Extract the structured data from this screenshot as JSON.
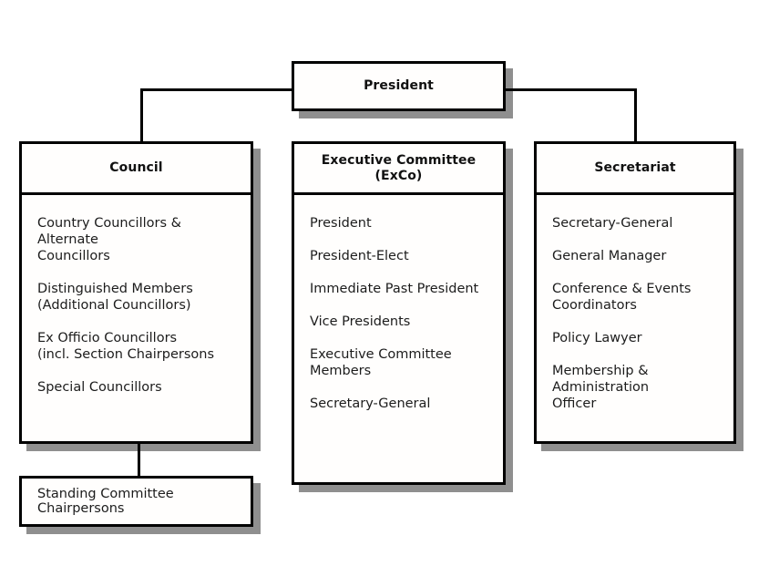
{
  "boxes": {
    "president": {
      "title": "President"
    },
    "council": {
      "title": "Council",
      "items": [
        "Country Councillors & Alternate\nCouncillors",
        "Distinguished Members\n(Additional Councillors)",
        "Ex Officio Councillors\n(incl. Section Chairpersons",
        "Special Councillors"
      ]
    },
    "exco": {
      "title": "Executive Committee\n(ExCo)",
      "items": [
        "President",
        "President-Elect",
        "Immediate Past President",
        "Vice Presidents",
        "Executive Committee Members",
        "Secretary-General"
      ]
    },
    "secretariat": {
      "title": "Secretariat",
      "items": [
        "Secretary-General",
        "General Manager",
        "Conference & Events\nCoordinators",
        "Policy Lawyer",
        "Membership & Administration\nOfficer"
      ]
    },
    "standing_committee": {
      "title": "Standing Committee Chairpersons"
    }
  },
  "colors": {
    "border": "#000000",
    "shadow": "#8f8f8f",
    "background": "#ffffff",
    "text": "#1c1c1c"
  }
}
